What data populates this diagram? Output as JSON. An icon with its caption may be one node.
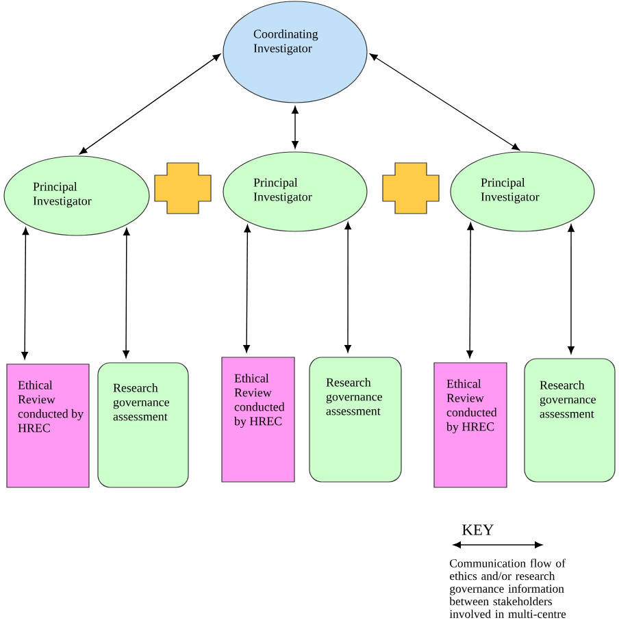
{
  "diagram": {
    "nodes": [
      {
        "text": [
          "Coordinating Investigator"
        ]
      },
      {
        "text": [
          "Principal Investigator"
        ]
      },
      {
        "text": [],
        "shape": "cross"
      },
      {
        "text": [
          "Principal Investigator"
        ]
      },
      {
        "text": [],
        "shape": "cross"
      },
      {
        "text": [
          "Principal Investigator"
        ]
      },
      {
        "text": [
          "Ethical Review conducted by HREC"
        ]
      },
      {
        "text": [
          "Research governance assessment"
        ]
      },
      {
        "text": [
          "Ethical Review conducted by HREC"
        ]
      },
      {
        "text": [
          "Research governance assessment"
        ]
      },
      {
        "text": [
          "Ethical Review conducted by HREC"
        ]
      },
      {
        "text": [
          "Research governance assessment"
        ]
      }
    ],
    "edges": [
      {
        "from": 0,
        "to": 1,
        "arrow": "both"
      },
      {
        "from": 0,
        "to": 3,
        "arrow": "both"
      },
      {
        "from": 0,
        "to": 5,
        "arrow": "both"
      },
      {
        "from": 1,
        "to": 6,
        "arrow": "both"
      },
      {
        "from": 1,
        "to": 7,
        "arrow": "both"
      },
      {
        "from": 3,
        "to": 8,
        "arrow": "both"
      },
      {
        "from": 3,
        "to": 9,
        "arrow": "both"
      },
      {
        "from": 5,
        "to": 10,
        "arrow": "both"
      },
      {
        "from": 5,
        "to": 11,
        "arrow": "both"
      }
    ],
    "labels": [
      "KEY"
    ],
    "legend": [
      {
        "text": "Communication flow of ethics and/or research governance information between stakeholders involved in multi-centre"
      }
    ]
  }
}
